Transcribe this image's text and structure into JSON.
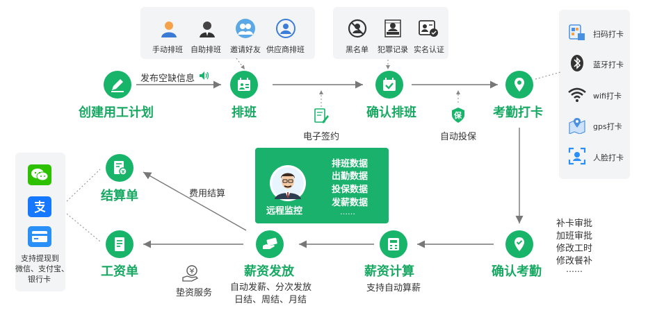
{
  "flow": {
    "create_plan": "创建用工计划",
    "schedule": "排班",
    "confirm_schedule": "确认排班",
    "attendance": "考勤打卡",
    "confirm_attendance": "确认考勤",
    "salary_calc": "薪资计算",
    "salary_payout": "薪资发放",
    "settlement": "结算单",
    "payslip": "工资单"
  },
  "annotations": {
    "publish_vacancy": "发布空缺信息",
    "e_sign": "电子签约",
    "auto_insure": "自动投保",
    "fee_settlement": "费用结算",
    "advance_service": "垫资服务",
    "auto_calc": "支持自动算薪",
    "payout_detail_1": "自动发薪、分次发放",
    "payout_detail_2": "日结、周结、月结",
    "insure_badge": "保"
  },
  "schedule_modes": [
    {
      "label": "手动排班",
      "icon": "manager-avatar-icon",
      "color": "#f6a24b"
    },
    {
      "label": "自助排班",
      "icon": "staff-avatar-icon",
      "color": "#333333"
    },
    {
      "label": "邀请好友",
      "icon": "friends-icon",
      "color": "#5aa9e6"
    },
    {
      "label": "供应商排班",
      "icon": "supplier-icon",
      "color": "#3b7dd8"
    }
  ],
  "checks": [
    {
      "label": "黑名单",
      "icon": "blacklist-icon"
    },
    {
      "label": "犯罪记录",
      "icon": "criminal-record-icon"
    },
    {
      "label": "实名认证",
      "icon": "id-verify-icon"
    }
  ],
  "clock_methods": [
    {
      "label": "扫码打卡",
      "icon": "qr-scan-icon"
    },
    {
      "label": "蓝牙打卡",
      "icon": "bluetooth-icon"
    },
    {
      "label": "wifi打卡",
      "icon": "wifi-icon"
    },
    {
      "label": "gps打卡",
      "icon": "gps-map-icon"
    },
    {
      "label": "人脸打卡",
      "icon": "face-scan-icon"
    }
  ],
  "attendance_extras": [
    "补卡审批",
    "加班审批",
    "修改工时",
    "修改餐补",
    "……"
  ],
  "monitor": {
    "title": "远程监控",
    "lines": [
      "排班数据",
      "出勤数据",
      "投保数据",
      "发薪数据",
      "……"
    ]
  },
  "payout_channels": {
    "icons": [
      {
        "name": "wechat-icon",
        "color": "#2dc100"
      },
      {
        "name": "alipay-icon",
        "color": "#1677ff"
      },
      {
        "name": "bank-card-icon",
        "color": "#2a8ff7"
      }
    ],
    "caption_1": "支持提现到",
    "caption_2": "微信、支付宝、",
    "caption_3": "银行卡"
  },
  "colors": {
    "brand_green": "#18b46a",
    "arrow_gray": "#777777"
  }
}
